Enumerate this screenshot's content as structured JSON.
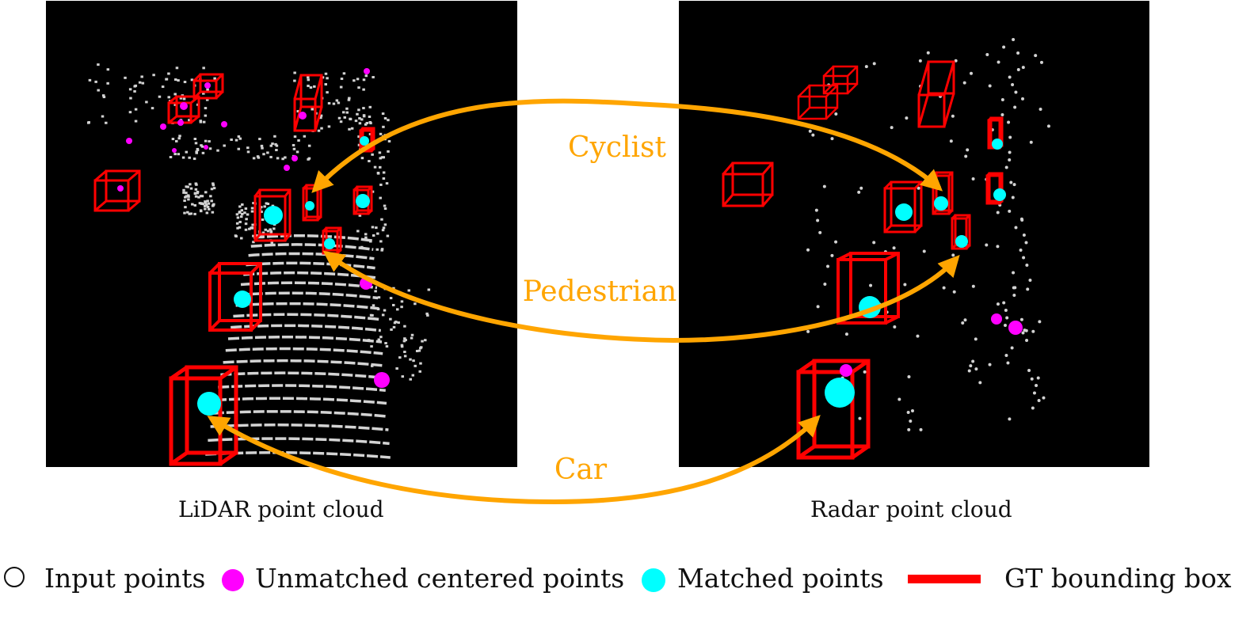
{
  "panels": {
    "lidar": {
      "caption": "LiDAR point cloud"
    },
    "radar": {
      "caption": "Radar point cloud"
    }
  },
  "correspondences": [
    {
      "label": "Cyclist"
    },
    {
      "label": "Pedestrian"
    },
    {
      "label": "Car"
    }
  ],
  "legend": [
    {
      "label": "Input points",
      "marker": "hollow-circle"
    },
    {
      "label": "Unmatched centered points",
      "marker": "magenta-dot"
    },
    {
      "label": "Matched points",
      "marker": "cyan-dot"
    },
    {
      "label": "GT bounding box",
      "marker": "red-bar"
    }
  ],
  "colors": {
    "panel_background": "#000000",
    "input_points": "#d3d3d3",
    "unmatched_points": "#ff00ff",
    "matched_points": "#00ffff",
    "gt_box": "#ff0000",
    "arrow": "#ffa500"
  }
}
